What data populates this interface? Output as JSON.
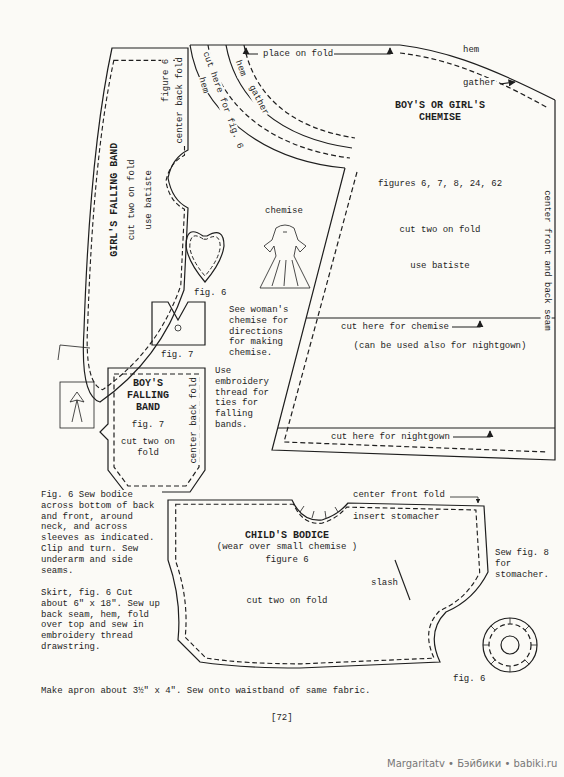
{
  "diagram": {
    "nodes": [
      {
        "text": [
          "GIRL'S FALLING BAND",
          "cut two on fold",
          "use batiste"
        ]
      },
      {
        "text": [
          "BOY'S OR GIRL'S CHEMISE",
          "figures 6, 7, 8, 24, 62",
          "cut two on fold",
          "use batiste",
          "(can be used also for nightgown)"
        ]
      },
      {
        "text": [
          "BOY'S FALLING BAND",
          "fig. 7",
          "cut two on fold"
        ]
      },
      {
        "text": [
          "CHILD'S BODICE",
          "(wear over small chemise )",
          "figure 6",
          "cut two on fold"
        ]
      }
    ],
    "labels": [
      "place on fold",
      "hem",
      "gather",
      "hem",
      "cut here for fig. 6",
      "hem",
      "gather",
      "figure 6",
      "center back fold",
      "chemise",
      "See woman's chemise for directions for making chemise.",
      "fig. 6",
      "fig. 7",
      "Use embroidery thread for ties for falling bands.",
      "center back fold",
      "cut here for chemise",
      "cut here for nightgown",
      "center front and back seam",
      "center front fold",
      "insert stomacher",
      "slash",
      "Sew fig. 8 for stomacher.",
      "fig. 6",
      "Fig. 6 Sew bodice across bottom of back and front, around neck, and across sleeves as indicated. Clip and turn. Sew underarm and side seams.",
      "Skirt, fig. 6 Cut about 6\" x 18\". Sew up back seam, hem, fold over top and sew in embroidery thread drawstring.",
      "Make apron about 3½\" x 4\". Sew onto waistband of same fabric.",
      "[72]",
      "Margaritatv • Бэйбики • babiki.ru"
    ]
  }
}
